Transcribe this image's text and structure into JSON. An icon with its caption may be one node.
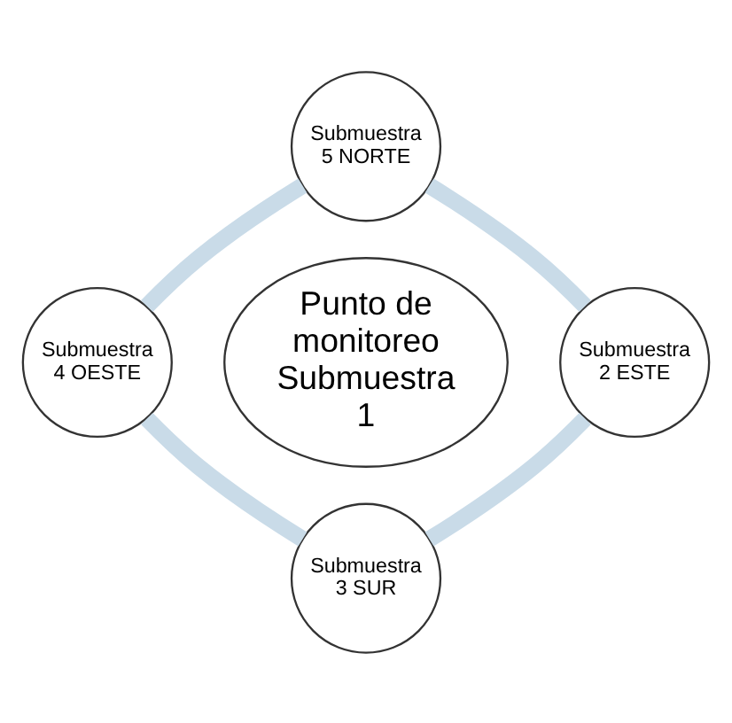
{
  "diagram": {
    "nodes": [
      {
        "text": [
          "Submuestra 5 NORTE"
        ]
      },
      {
        "text": [
          "Submuestra 4 OESTE"
        ]
      },
      {
        "text": [
          "Punto de monitoreo Submuestra 1"
        ]
      },
      {
        "text": [
          "Submuestra 2 ESTE"
        ]
      },
      {
        "text": [
          "Submuestra 3 SUR"
        ]
      }
    ],
    "edges": [
      {
        "from": 0,
        "to": 3,
        "arrow": "none"
      },
      {
        "from": 3,
        "to": 4,
        "arrow": "none"
      },
      {
        "from": 4,
        "to": 1,
        "arrow": "none"
      },
      {
        "from": 1,
        "to": 0,
        "arrow": "none"
      }
    ]
  }
}
